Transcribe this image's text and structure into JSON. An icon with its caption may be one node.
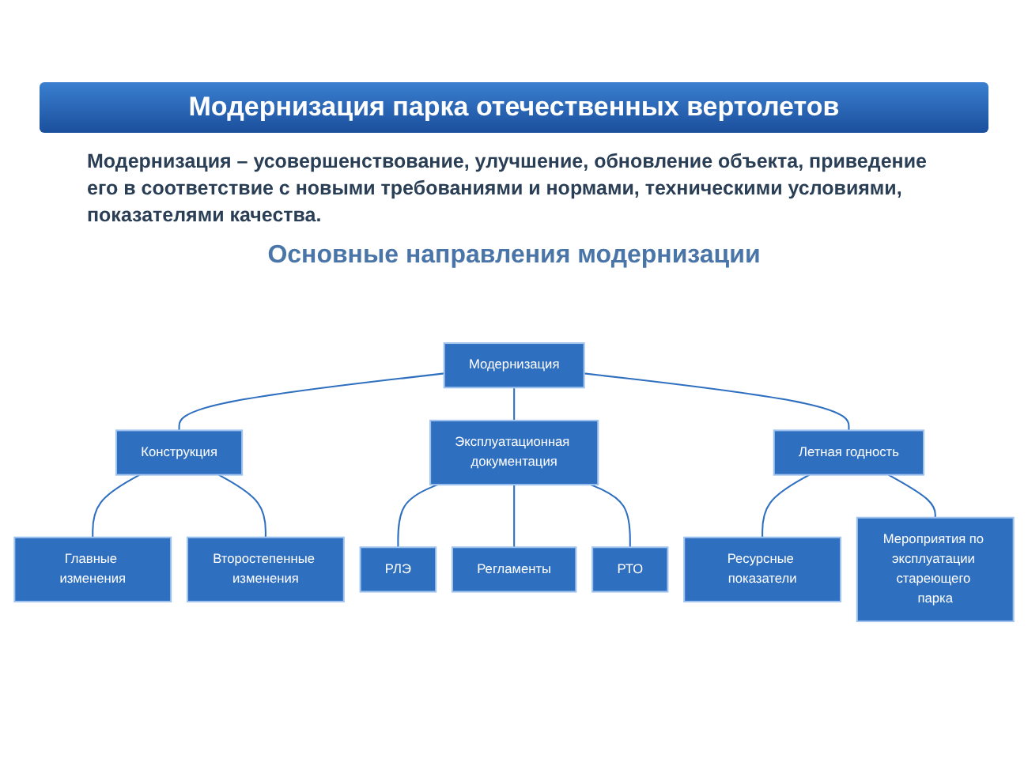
{
  "diagram": {
    "title": "Модернизация парка отечественных вертолетов",
    "nodes": [
      {
        "text": [
          "Модернизация"
        ]
      },
      {
        "text": [
          "Конструкция"
        ]
      },
      {
        "text": [
          "Эксплуатационная документация"
        ]
      },
      {
        "text": [
          "Летная годность"
        ]
      },
      {
        "text": [
          "Главные изменения"
        ]
      },
      {
        "text": [
          "Второстепенные изменения"
        ]
      },
      {
        "text": [
          "РЛЭ"
        ]
      },
      {
        "text": [
          "Регламенты"
        ]
      },
      {
        "text": [
          "РТО"
        ]
      },
      {
        "text": [
          "Ресурсные показатели"
        ]
      },
      {
        "text": [
          "Мероприятия по эксплуатации стареющего парка"
        ]
      }
    ],
    "edges": [
      {
        "from": 0,
        "to": 1,
        "arrow": "none"
      },
      {
        "from": 0,
        "to": 2,
        "arrow": "none"
      },
      {
        "from": 0,
        "to": 3,
        "arrow": "none"
      },
      {
        "from": 1,
        "to": 4,
        "arrow": "none"
      },
      {
        "from": 1,
        "to": 5,
        "arrow": "none"
      },
      {
        "from": 2,
        "to": 6,
        "arrow": "none"
      },
      {
        "from": 2,
        "to": 7,
        "arrow": "none"
      },
      {
        "from": 2,
        "to": 8,
        "arrow": "none"
      },
      {
        "from": 3,
        "to": 9,
        "arrow": "none"
      },
      {
        "from": 3,
        "to": 10,
        "arrow": "none"
      }
    ],
    "labels": [
      "Модернизация – усовершенствование, улучшение, обновление объекта, приведение его в соответствие с новыми требованиями и нормами, техническими условиями, показателями качества.",
      "Основные направления модернизации"
    ]
  }
}
